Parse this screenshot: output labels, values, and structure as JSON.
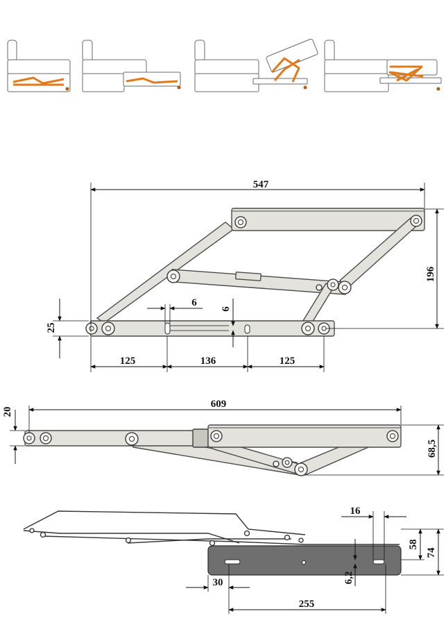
{
  "dimensions": {
    "side_view": {
      "overall_width": "547",
      "height": "196",
      "base_offset": "25",
      "slot_width": "6",
      "slot_height": "6",
      "span_left": "125",
      "span_middle": "136",
      "span_right": "125"
    },
    "folded_view": {
      "overall_length": "609",
      "offset": "20",
      "height": "68,5"
    },
    "top_view": {
      "hole_spacing": "16",
      "plate_inner": "58",
      "plate_outer": "74",
      "edge_offset": "30",
      "slot_offset": "6,2",
      "hole_distance": "255"
    }
  },
  "colors": {
    "mechanism_accent": "#e07a18",
    "arm_fill": "#e4e2dc",
    "plate_fill": "#6f6f6f"
  }
}
